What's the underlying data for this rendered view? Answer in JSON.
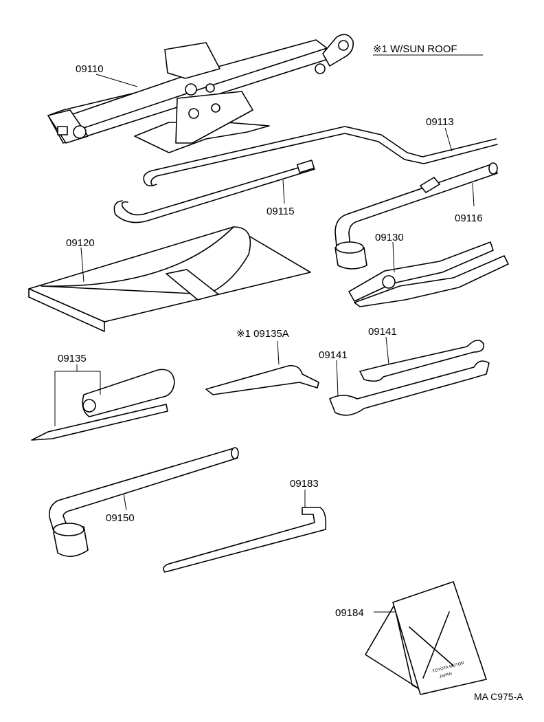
{
  "note": {
    "text": "※1 W/SUN ROOF"
  },
  "labels": {
    "p09110": "09110",
    "p09113": "09113",
    "p09115": "09115",
    "p09116": "09116",
    "p09120": "09120",
    "p09130": "09130",
    "p09135": "09135",
    "p09135a": "※1 09135A",
    "p09141a": "09141",
    "p09141b": "09141",
    "p09150": "09150",
    "p09183": "09183",
    "p09184": "09184"
  },
  "stamp": {
    "line1": "TOYOTA MOTOR",
    "line2": "JAPAN"
  },
  "code": "MA C975-A"
}
